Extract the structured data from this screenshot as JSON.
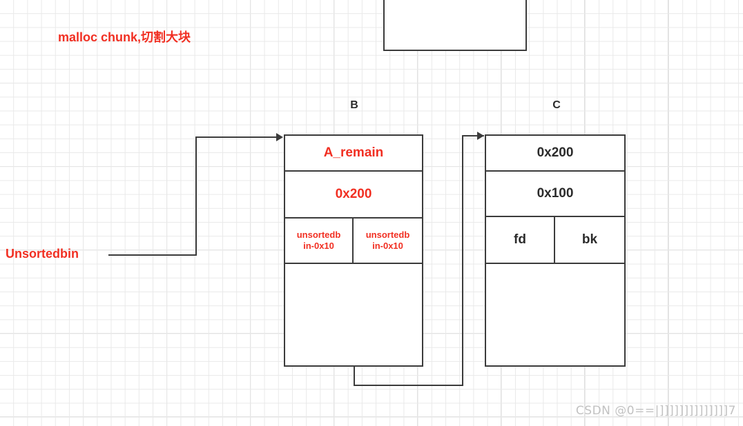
{
  "diagram": {
    "title": "malloc chunk,切割大块",
    "title_color": "#f12f22",
    "line_color": "#3b3b3b",
    "grid_color": "#e9e9e9",
    "unsortedbin_label": "Unsortedbin",
    "watermark": "CSDN @0==|]]]]]]]]]]]]]]7",
    "chunks": [
      {
        "name": "top-chunk",
        "label": "",
        "rows": []
      },
      {
        "name": "chunk-b",
        "label": "B",
        "rows": [
          {
            "kind": "single",
            "text": "A_remain",
            "color": "red",
            "size": "big"
          },
          {
            "kind": "single",
            "text": "0x200",
            "color": "red",
            "size": "big"
          },
          {
            "kind": "split",
            "color": "red",
            "size": "small",
            "left_line1": "unsortedb",
            "left_line2": "in-0x10",
            "right_line1": "unsortedb",
            "right_line2": "in-0x10"
          },
          {
            "kind": "single",
            "text": "",
            "color": "red",
            "size": "big"
          }
        ]
      },
      {
        "name": "chunk-c",
        "label": "C",
        "rows": [
          {
            "kind": "single",
            "text": "0x200",
            "color": "dark",
            "size": "big"
          },
          {
            "kind": "single",
            "text": "0x100",
            "color": "dark",
            "size": "big"
          },
          {
            "kind": "split",
            "color": "dark",
            "size": "big",
            "left_line1": "fd",
            "left_line2": "",
            "right_line1": "bk",
            "right_line2": ""
          },
          {
            "kind": "single",
            "text": "",
            "color": "dark",
            "size": "big"
          }
        ]
      }
    ]
  }
}
